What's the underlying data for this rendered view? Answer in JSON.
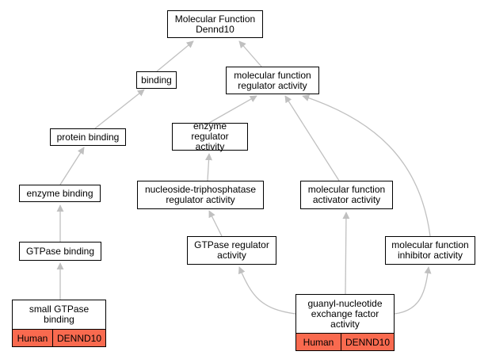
{
  "nodes": {
    "root": "Molecular Function\nDennd10",
    "binding": "binding",
    "mf_regulator": "molecular function\nregulator activity",
    "protein_binding": "protein binding",
    "enzyme_regulator": "enzyme regulator\nactivity",
    "enzyme_binding": "enzyme binding",
    "ntp_regulator": "nucleoside-triphosphatase\nregulator activity",
    "mf_activator": "molecular function\nactivator activity",
    "gtpase_binding": "GTPase binding",
    "gtpase_regulator": "GTPase regulator\nactivity",
    "mf_inhibitor": "molecular function\ninhibitor activity",
    "small_gtpase": {
      "title": "small GTPase\nbinding",
      "species": "Human",
      "gene": "DENND10"
    },
    "gnef": {
      "title": "guanyl-nucleotide\nexchange factor\nactivity",
      "species": "Human",
      "gene": "DENND10"
    }
  },
  "colors": {
    "edge": "#c0c0c0",
    "annotation": "#f96a4f"
  }
}
